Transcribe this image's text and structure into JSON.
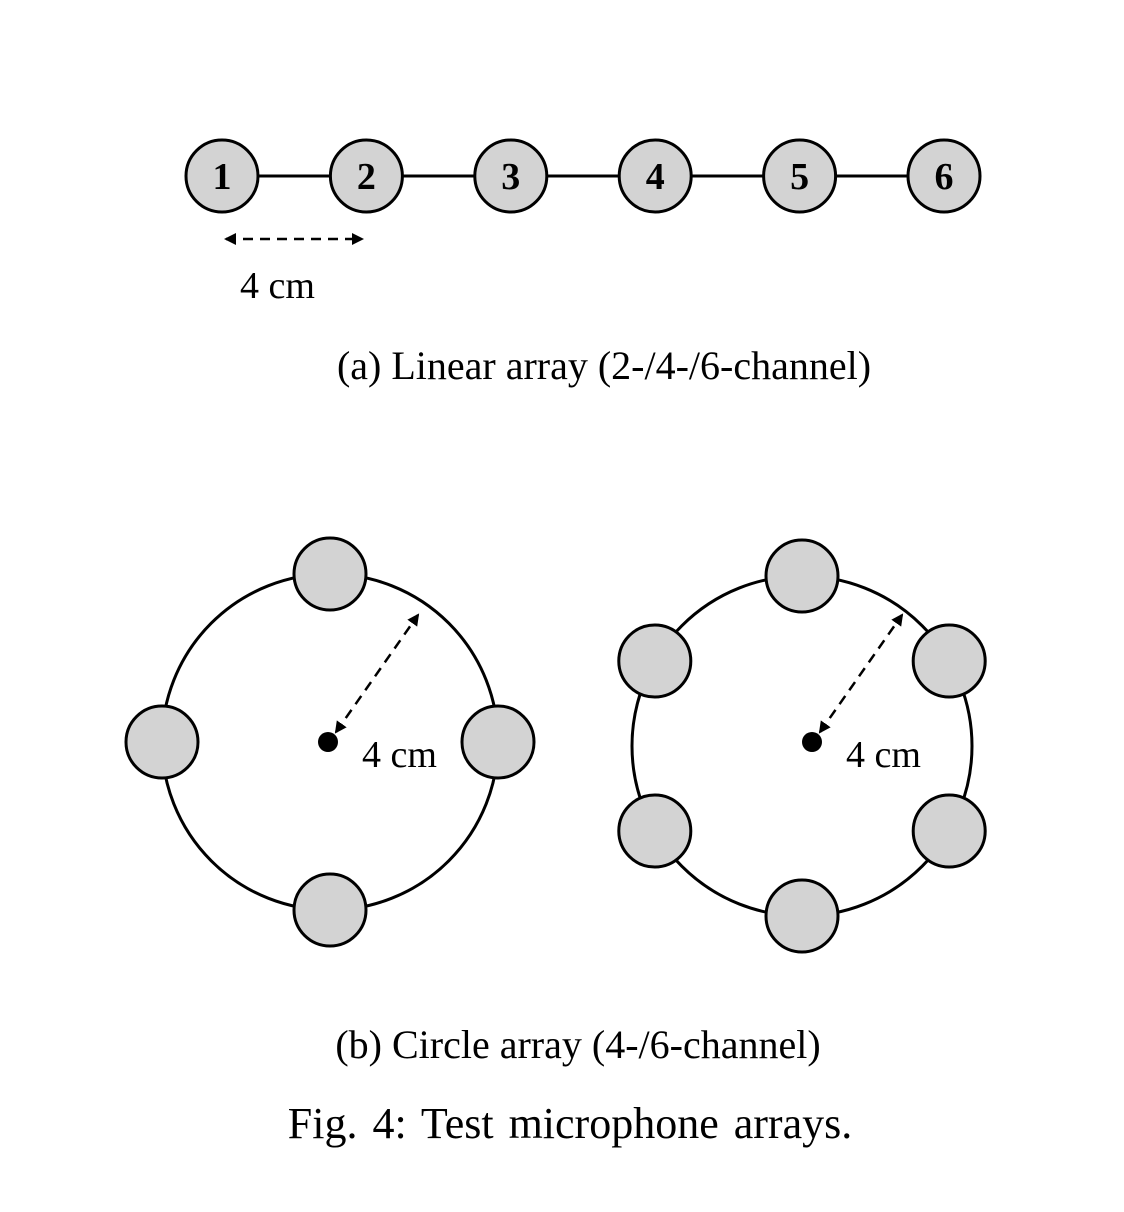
{
  "linear_array": {
    "mics": [
      "1",
      "2",
      "3",
      "4",
      "5",
      "6"
    ],
    "spacing_label": "4 cm",
    "caption": "(a) Linear array (2-/4-/6-channel)"
  },
  "circle_arrays": [
    {
      "mic_count": 4,
      "radius_label": "4 cm"
    },
    {
      "mic_count": 6,
      "radius_label": "4 cm"
    }
  ],
  "circle_caption": "(b) Circle array (4-/6-channel)",
  "figure_caption": "Fig. 4: Test microphone arrays.",
  "colors": {
    "mic_fill": "#d3d3d3",
    "stroke": "#000000",
    "background": "#ffffff"
  }
}
